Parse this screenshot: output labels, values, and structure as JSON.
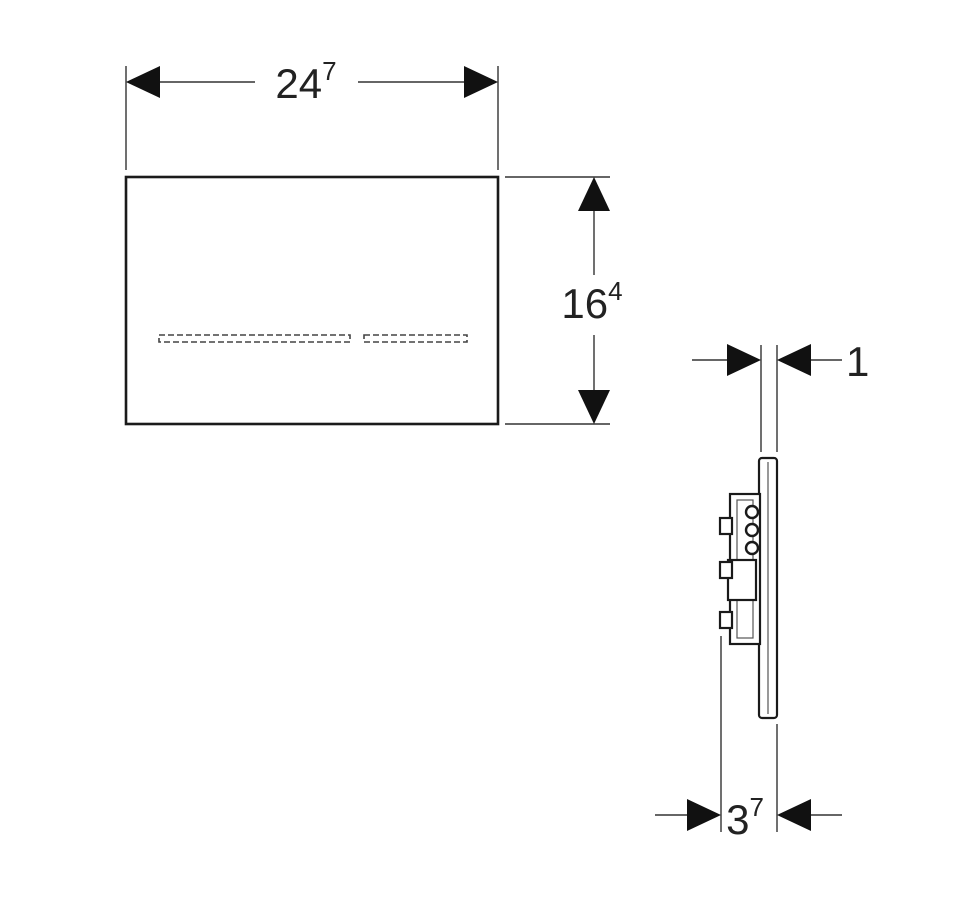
{
  "dimensions": {
    "width": {
      "main": "24",
      "sup": "7"
    },
    "height": {
      "main": "16",
      "sup": "4"
    },
    "plate_thickness": {
      "main": "1",
      "sup": ""
    },
    "depth": {
      "main": "3",
      "sup": "7"
    }
  }
}
